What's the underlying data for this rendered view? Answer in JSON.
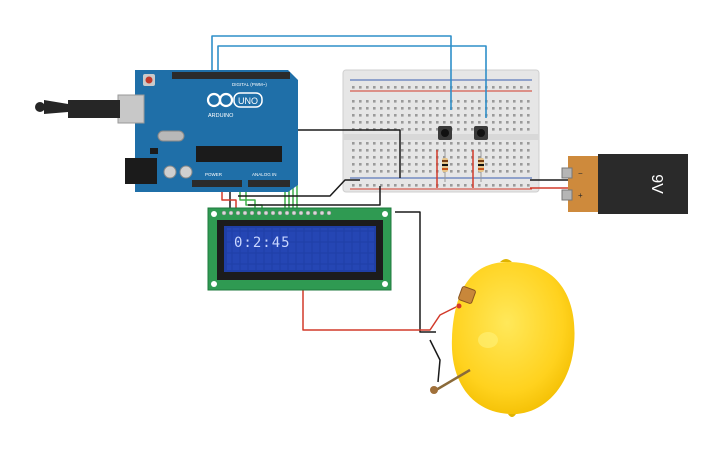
{
  "arduino": {
    "brand": "ARDUINO",
    "model": "UNO",
    "header_digital": "DIGITAL (PWM~)",
    "header_power": "POWER",
    "header_analog": "ANALOG IN"
  },
  "lcd": {
    "display_text": "0:2:45",
    "backlight_color": "#1f3fa6",
    "pcb_color": "#2f9a52"
  },
  "battery": {
    "label": "9V",
    "minus": "−",
    "plus": "+"
  },
  "colors": {
    "wire_blue": "#2f8fc9",
    "wire_green": "#3fae49",
    "wire_black": "#1a1a1a",
    "wire_red": "#d23a2a",
    "lemon": "#ffd21e",
    "arduino_board": "#1f6fa8"
  }
}
